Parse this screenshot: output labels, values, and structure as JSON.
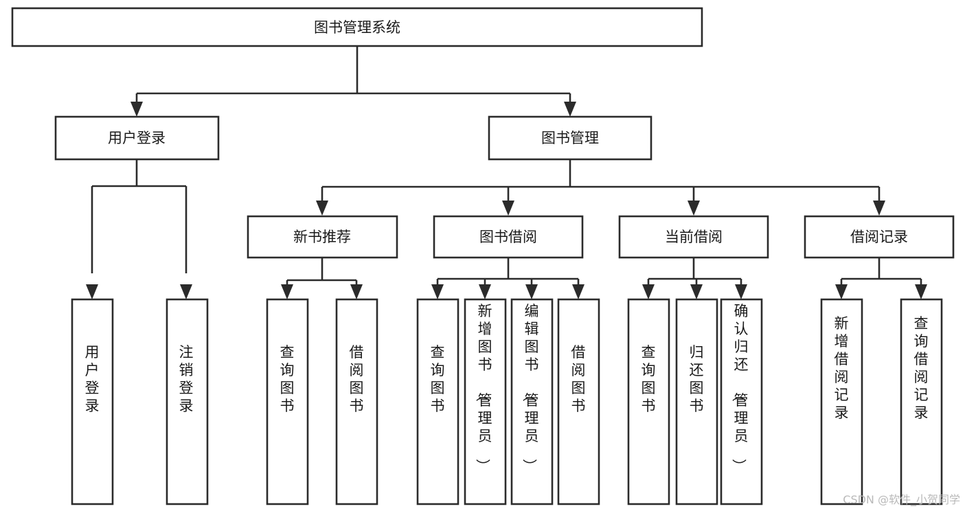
{
  "diagram": {
    "title": "图书管理系统",
    "type": "functional-structure-tree",
    "orientation": "top-down",
    "root": {
      "id": "root",
      "label": "图书管理系统",
      "text_orientation": "horizontal"
    },
    "level2": [
      {
        "id": "user-login",
        "label": "用户登录",
        "text_orientation": "horizontal"
      },
      {
        "id": "book-manage",
        "label": "图书管理",
        "text_orientation": "horizontal"
      }
    ],
    "level3": [
      {
        "id": "new-book-rec",
        "label": "新书推荐",
        "parent": "book-manage",
        "text_orientation": "horizontal"
      },
      {
        "id": "book-borrow",
        "label": "图书借阅",
        "parent": "book-manage",
        "text_orientation": "horizontal"
      },
      {
        "id": "current-borrow",
        "label": "当前借阅",
        "parent": "book-manage",
        "text_orientation": "horizontal"
      },
      {
        "id": "borrow-record",
        "label": "借阅记录",
        "parent": "book-manage",
        "text_orientation": "horizontal"
      }
    ],
    "leaves": [
      {
        "id": "leaf-user-login",
        "label": "用户登录",
        "parent": "user-login",
        "text_orientation": "vertical"
      },
      {
        "id": "leaf-user-logout",
        "label": "注销登录",
        "parent": "user-login",
        "text_orientation": "vertical"
      },
      {
        "id": "leaf-query-book-rec",
        "label": "查询图书",
        "parent": "new-book-rec",
        "text_orientation": "vertical"
      },
      {
        "id": "leaf-borrow-book-rec",
        "label": "借阅图书",
        "parent": "new-book-rec",
        "text_orientation": "vertical"
      },
      {
        "id": "leaf-query-book-borrow",
        "label": "查询图书",
        "parent": "book-borrow",
        "text_orientation": "vertical"
      },
      {
        "id": "leaf-add-book",
        "label": "新增图书（管理员）",
        "parent": "book-borrow",
        "text_orientation": "vertical"
      },
      {
        "id": "leaf-edit-book",
        "label": "编辑图书（管理员）",
        "parent": "book-borrow",
        "text_orientation": "vertical"
      },
      {
        "id": "leaf-borrow-book",
        "label": "借阅图书",
        "parent": "book-borrow",
        "text_orientation": "vertical"
      },
      {
        "id": "leaf-query-book-current",
        "label": "查询图书",
        "parent": "current-borrow",
        "text_orientation": "vertical"
      },
      {
        "id": "leaf-return-book",
        "label": "归还图书",
        "parent": "current-borrow",
        "text_orientation": "vertical"
      },
      {
        "id": "leaf-confirm-return",
        "label": "确认归还（管理员）",
        "parent": "current-borrow",
        "text_orientation": "vertical"
      },
      {
        "id": "leaf-add-record",
        "label": "新增借阅记录",
        "parent": "borrow-record",
        "text_orientation": "vertical"
      },
      {
        "id": "leaf-query-record",
        "label": "查询借阅记录",
        "parent": "borrow-record",
        "text_orientation": "vertical"
      }
    ],
    "colors": {
      "box_stroke": "#2b2b2b",
      "box_fill": "#ffffff",
      "connector": "#2b2b2b",
      "text": "#1a1a1a",
      "background": "#ffffff",
      "watermark": "#b9b9b9"
    }
  },
  "watermark": {
    "label": "CSDN @软件_小贺同学"
  }
}
